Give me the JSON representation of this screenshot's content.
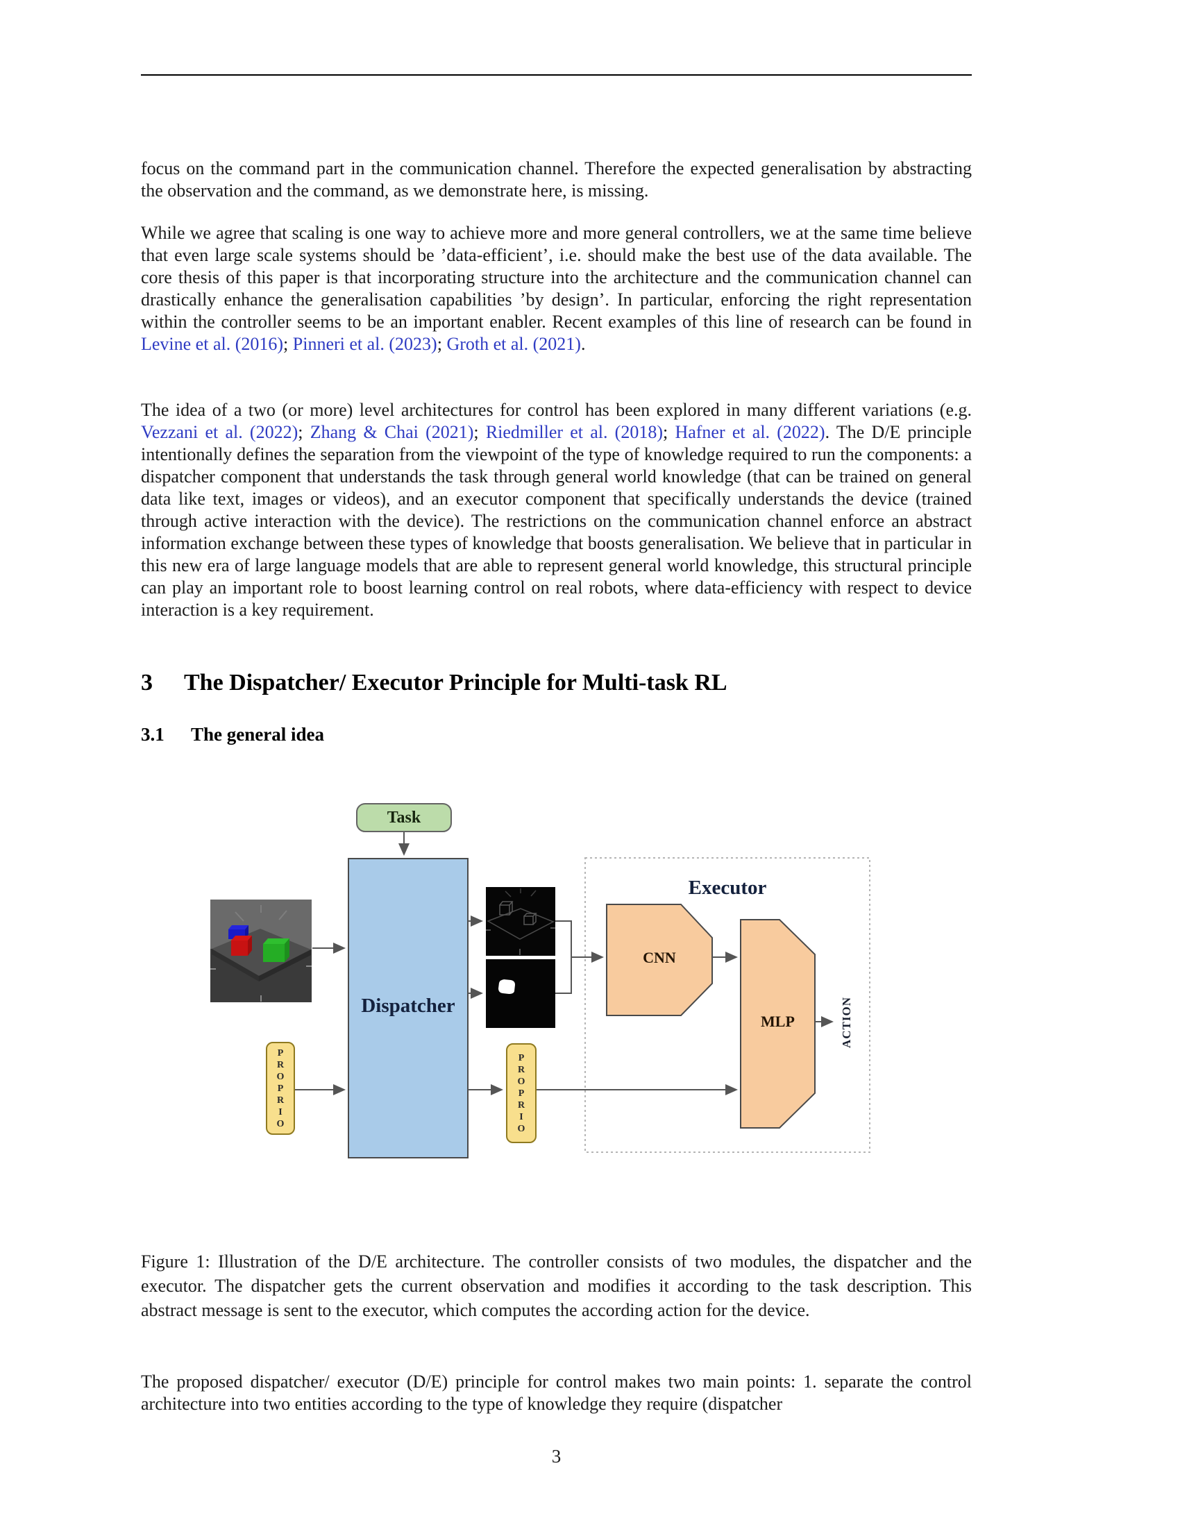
{
  "page": {
    "number": "3"
  },
  "headings": {
    "section_number": "3",
    "section_title": "The Dispatcher/ Executor Principle for Multi-task RL",
    "subsection_number": "3.1",
    "subsection_title": "The general idea"
  },
  "paragraphs": [
    {
      "segments": [
        {
          "t": "focus on the command part in the communication channel.  Therefore the expected generalisation by abstracting the observation and the command, as we demonstrate here, is missing."
        }
      ]
    },
    {
      "segments": [
        {
          "t": "While we agree that scaling is one way to achieve more and more general controllers, we at the same time believe that even large scale systems should be ’data-efficient’, i.e. should make the best use of the data available.  The core thesis of this paper is that incorporating structure into the architecture and the communication channel can drastically enhance the generalisation capabilities ’by design’.  In particular, enforcing the right representation within the controller seems to be an important enabler.  Recent examples of this line of research can be found in "
        },
        {
          "t": "Levine et al. (2016)",
          "c": true
        },
        {
          "t": "; "
        },
        {
          "t": "Pinneri et al. (2023)",
          "c": true
        },
        {
          "t": "; "
        },
        {
          "t": "Groth et al. (2021)",
          "c": true
        },
        {
          "t": "."
        }
      ]
    },
    {
      "segments": [
        {
          "t": "The idea of a two (or more) level architectures for control has been explored in many different variations (e.g. "
        },
        {
          "t": "Vezzani et al. (2022)",
          "c": true
        },
        {
          "t": "; "
        },
        {
          "t": "Zhang & Chai (2021)",
          "c": true
        },
        {
          "t": "; "
        },
        {
          "t": "Riedmiller et al. (2018)",
          "c": true
        },
        {
          "t": "; "
        },
        {
          "t": "Hafner et al. (2022)",
          "c": true
        },
        {
          "t": ".  The D/E principle intentionally defines the separation from the viewpoint of the type of knowledge required to run the components: a dispatcher component that understands the task through general world knowledge (that can be trained on general data like text, images or videos), and an executor component that specifically understands the device (trained through active interaction with the device).  The restrictions on the communication channel enforce an abstract information exchange between these types of knowledge that boosts generalisation.  We believe that in particular in this new era of large language models that are able to represent general world knowledge, this structural principle can play an important role to boost learning control on real robots, where data-efficiency with respect to device interaction is a key requirement."
        }
      ]
    },
    {
      "segments": [
        {
          "t": "The proposed dispatcher/ executor (D/E) principle for control makes two main points: 1. separate the control architecture into two entities according to the type of knowledge they require (dispatcher"
        }
      ]
    }
  ],
  "figure": {
    "task_label": "Task",
    "dispatcher_label": "Dispatcher",
    "executor_label": "Executor",
    "cnn_label": "CNN",
    "mlp_label": "MLP",
    "action_label": "ACTION",
    "proprio_label": "PROPRIO",
    "colors": {
      "task_fill": "#bcdcaa",
      "dispatcher_fill": "#a9cbe9",
      "module_fill": "#f8cb9e",
      "proprio_fill": "#f8df8d",
      "arrow": "#555555",
      "dashed_border": "#b5b5b5",
      "citation_blue": "#2f3cc3"
    }
  },
  "caption": {
    "text": "Figure 1: Illustration of the D/E architecture.  The controller consists of two modules, the dispatcher and the executor.  The dispatcher gets the current observation and modifies it according to the task description.  This abstract message is sent to the executor, which computes the according action for the device."
  }
}
